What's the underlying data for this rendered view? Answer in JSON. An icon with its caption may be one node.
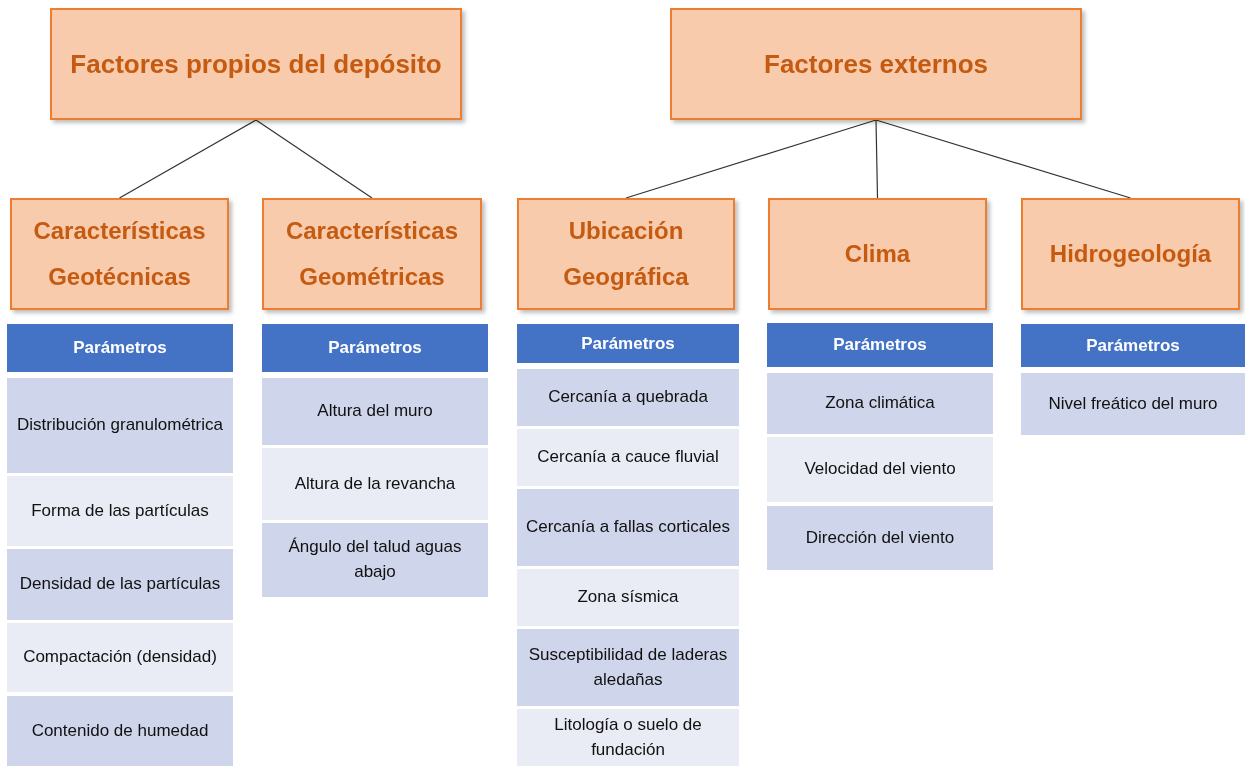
{
  "diagram": {
    "nodes": [
      {
        "text": [
          "Factores propios del depósito"
        ]
      },
      {
        "text": [
          "Factores externos"
        ]
      },
      {
        "text": [
          "Características Geotécnicas"
        ]
      },
      {
        "text": [
          "Características Geométricas"
        ]
      },
      {
        "text": [
          "Ubicación Geográfica"
        ]
      },
      {
        "text": [
          "Clima"
        ]
      },
      {
        "text": [
          "Hidrogeología"
        ]
      },
      {
        "text": [
          "Parámetros"
        ]
      },
      {
        "text": [
          "Distribución granulométrica"
        ]
      },
      {
        "text": [
          "Forma de las partículas"
        ]
      },
      {
        "text": [
          "Densidad de las partículas"
        ]
      },
      {
        "text": [
          "Compactación (densidad)"
        ]
      },
      {
        "text": [
          "Contenido de humedad"
        ]
      },
      {
        "text": [
          "Parámetros"
        ]
      },
      {
        "text": [
          "Altura del muro"
        ]
      },
      {
        "text": [
          "Altura de la revancha"
        ]
      },
      {
        "text": [
          "Ángulo del talud aguas abajo"
        ]
      },
      {
        "text": [
          "Parámetros"
        ]
      },
      {
        "text": [
          "Cercanía a quebrada"
        ]
      },
      {
        "text": [
          "Cercanía a cauce fluvial"
        ]
      },
      {
        "text": [
          "Cercanía a fallas corticales"
        ]
      },
      {
        "text": [
          "Zona sísmica"
        ]
      },
      {
        "text": [
          "Susceptibilidad de laderas aledañas"
        ]
      },
      {
        "text": [
          "Litología o suelo de fundación"
        ]
      },
      {
        "text": [
          "Parámetros"
        ]
      },
      {
        "text": [
          "Zona climática"
        ]
      },
      {
        "text": [
          "Velocidad del viento"
        ]
      },
      {
        "text": [
          "Dirección del viento"
        ]
      },
      {
        "text": [
          "Parámetros"
        ]
      },
      {
        "text": [
          "Nivel freático del muro"
        ]
      }
    ],
    "edges": [
      {
        "from": 0,
        "to": 2,
        "arrow": "none"
      },
      {
        "from": 0,
        "to": 3,
        "arrow": "none"
      },
      {
        "from": 1,
        "to": 4,
        "arrow": "none"
      },
      {
        "from": 1,
        "to": 5,
        "arrow": "none"
      },
      {
        "from": 1,
        "to": 6,
        "arrow": "none"
      }
    ]
  }
}
